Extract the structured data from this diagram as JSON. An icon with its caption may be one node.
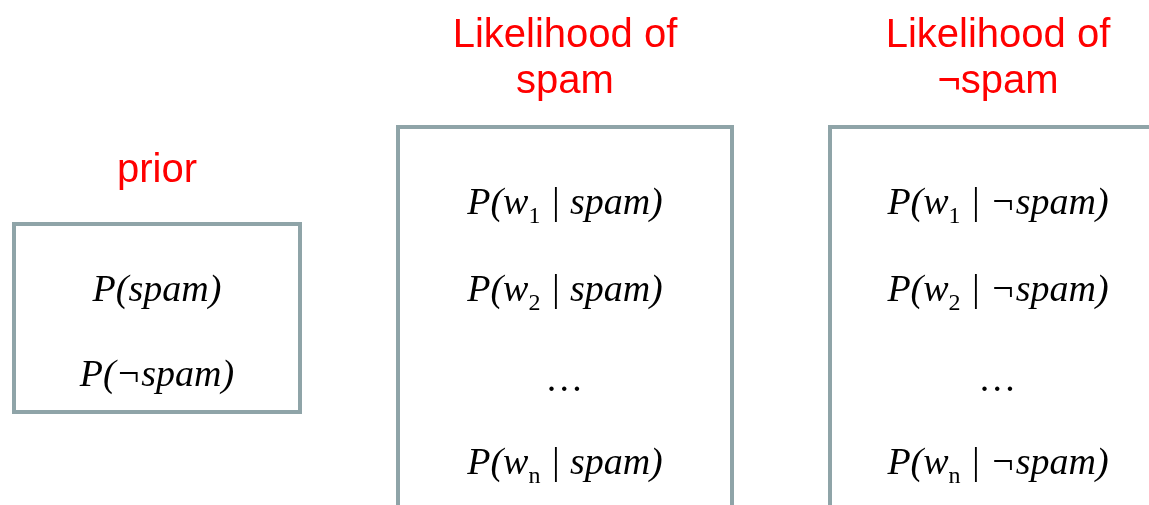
{
  "diagram": {
    "nodes": [
      {
        "text": [
          "prior",
          "P(spam)",
          "P(¬spam)"
        ]
      },
      {
        "text": [
          "Likelihood of spam",
          "P(w$_{1}$ | spam)",
          "P(w$_{2}$ | spam)",
          "…",
          "P(w$_{n}$ | spam)"
        ]
      },
      {
        "text": [
          "Likelihood of ¬spam",
          "P(w$_{1}$ | ¬spam)",
          "P(w$_{2}$ | ¬spam)",
          "…",
          "P(w$_{n}$ | ¬spam)"
        ]
      }
    ]
  }
}
